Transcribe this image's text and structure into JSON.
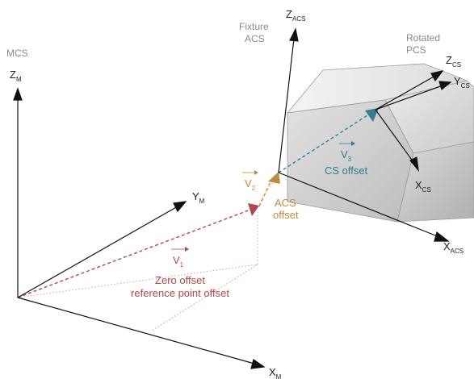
{
  "labels": {
    "mcs": "MCS",
    "z_m": {
      "base": "Z",
      "sub": "M"
    },
    "y_m": {
      "base": "Y",
      "sub": "M"
    },
    "x_m": {
      "base": "X",
      "sub": "M"
    },
    "fixture": "Fixture",
    "acs_word": "ACS",
    "z_acs": {
      "base": "Z",
      "sub": "ACS"
    },
    "x_acs": {
      "base": "X",
      "sub": "ACS"
    },
    "rotated": "Rotated",
    "pcs": "PCS",
    "z_cs": {
      "base": "Z",
      "sub": "CS"
    },
    "y_cs": {
      "base": "Y",
      "sub": "CS"
    },
    "x_cs": {
      "base": "X",
      "sub": "CS"
    },
    "v1": {
      "base": "V",
      "sub": "1"
    },
    "v2": {
      "base": "V",
      "sub": "2"
    },
    "v3": {
      "base": "V",
      "sub": "3"
    },
    "zero_offset": "Zero offset",
    "ref_point_offset": "reference point offset",
    "acs_offset_1": "ACS",
    "acs_offset_2": "offset",
    "cs_offset": "CS offset"
  },
  "colors": {
    "red": "#b5454c",
    "gold": "#c08a3e",
    "teal": "#2f7e93",
    "axis": "#111111",
    "label_gray": "#8a8a8a"
  }
}
